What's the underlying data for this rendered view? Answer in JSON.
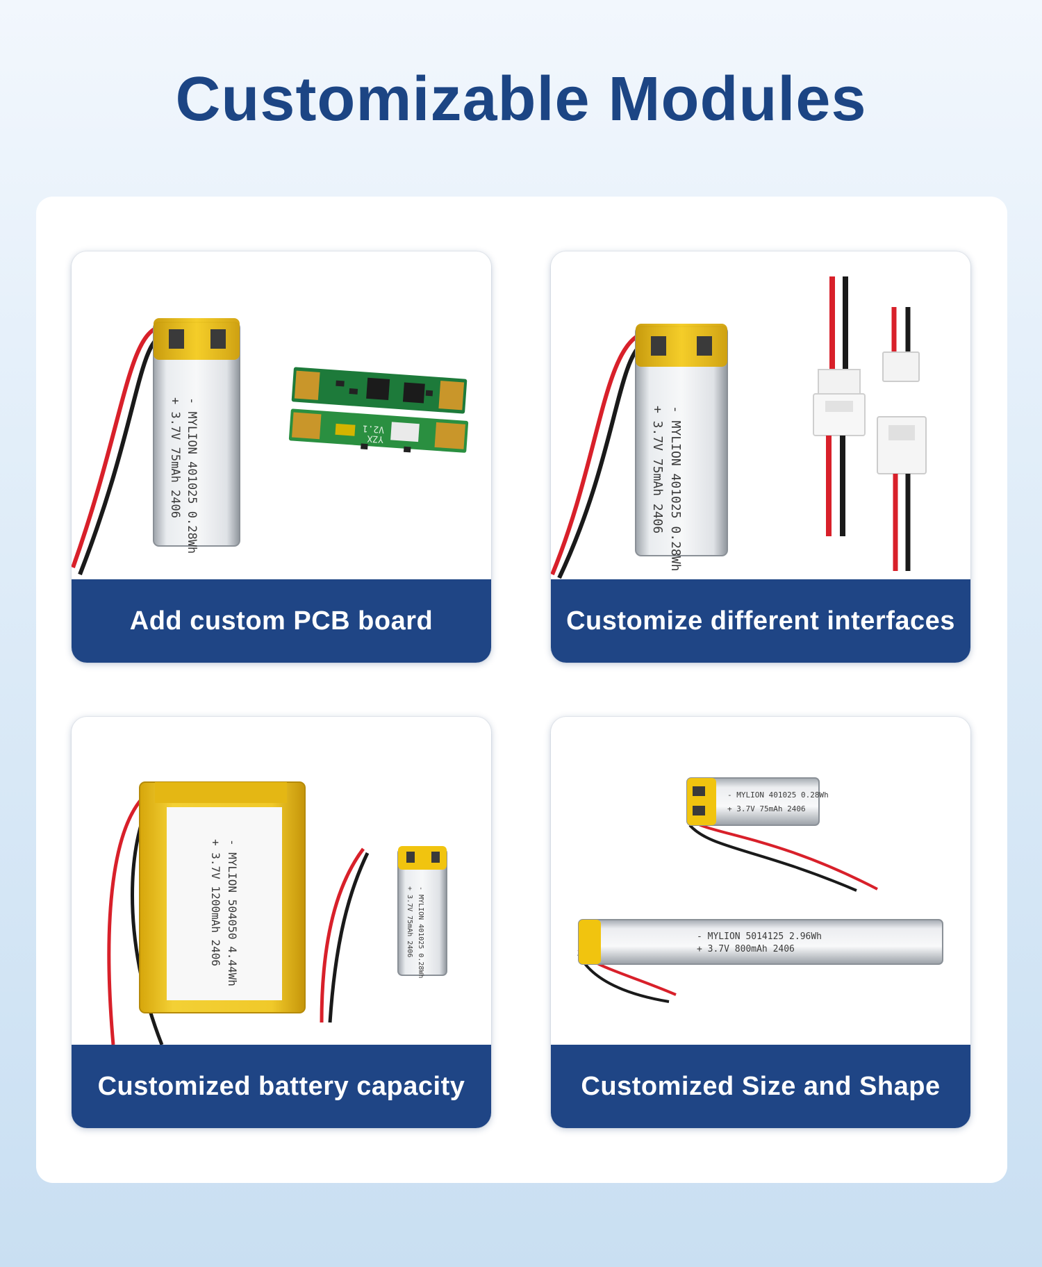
{
  "page": {
    "title": "Customizable Modules"
  },
  "cards": [
    {
      "caption": "Add custom PCB board",
      "battery_label": {
        "line1": "- MYLION 401025 0.28Wh",
        "line2": "+ 3.7V 75mAh 2406"
      },
      "pcb_label": {
        "text1": "V2.1",
        "text2": "YZX"
      }
    },
    {
      "caption": "Customize different interfaces",
      "battery_label": {
        "line1": "- MYLION 401025 0.28Wh",
        "line2": "+ 3.7V 75mAh 2406"
      }
    },
    {
      "caption": "Customized battery capacity",
      "battery_label": {
        "line1": "- MYLION 504050 4.44Wh",
        "line2": "+ 3.7V 1200mAh 2406"
      },
      "small_battery_label": {
        "line1": "- MYLION 401025 0.28Wh",
        "line2": "+ 3.7V 75mAh 2406"
      }
    },
    {
      "caption": "Customized Size and Shape",
      "battery_label": {
        "line1": "- MYLION 401025 0.28Wh",
        "line2": "+ 3.7V 75mAh 2406"
      },
      "long_battery_label": {
        "line1": "- MYLION 5014125 2.96Wh",
        "line2": "+ 3.7V 800mAh 2406"
      }
    }
  ],
  "colors": {
    "title": "#1c4584",
    "caption_bg": "#1f4585",
    "caption_text": "#ffffff",
    "battery_tape": "#f1c40f",
    "pcb_green": "#1d7a3a",
    "wire_red": "#d8202a",
    "wire_black": "#1a1a1a"
  }
}
